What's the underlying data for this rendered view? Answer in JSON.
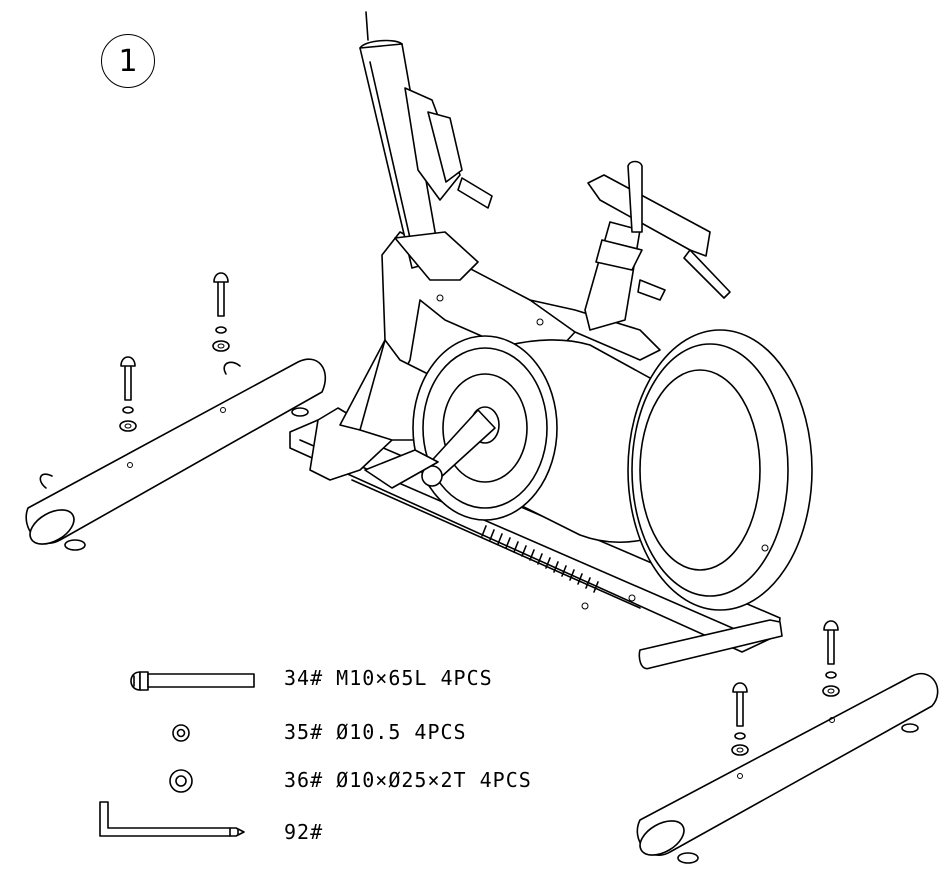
{
  "step": {
    "number": "1"
  },
  "parts": [
    {
      "id": "34#",
      "label": "34# M10×65L 4PCS",
      "icon": "bolt-icon"
    },
    {
      "id": "35#",
      "label": "35# Ø10.5 4PCS",
      "icon": "spring-washer-icon"
    },
    {
      "id": "36#",
      "label": "36# Ø10×Ø25×2T 4PCS",
      "icon": "flat-washer-icon"
    },
    {
      "id": "92#",
      "label": "92#",
      "icon": "allen-key-icon"
    }
  ]
}
